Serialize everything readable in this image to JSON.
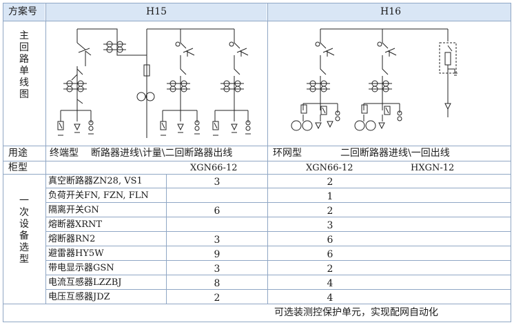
{
  "header": {
    "scheme_label": "方案号",
    "h15": "H15",
    "h16": "H16"
  },
  "diagram_label": [
    "主",
    "回",
    "路",
    "单",
    "线",
    "图"
  ],
  "usage": {
    "label": "用途",
    "h15_type": "终端型",
    "h15_desc": "断路器进线\\计量\\二回断路器出线",
    "h16_type": "环网型",
    "h16_desc": "二回断路器进线\\一回出线"
  },
  "cabinet": {
    "label": "柜型",
    "h15": "XGN66-12",
    "h16_a": "XGN66-12",
    "h16_b": "HXGN-12"
  },
  "equipment_label": [
    "一",
    "次",
    "设",
    "备",
    "选",
    "型"
  ],
  "equipment": [
    {
      "name": "真空断路器ZN28, VS1",
      "h15": "3",
      "h16": "2"
    },
    {
      "name": "负荷开关FN, FZN, FLN",
      "h15": "",
      "h16": "1"
    },
    {
      "name": "隔离开关GN",
      "h15": "6",
      "h16": "2"
    },
    {
      "name": "熔断器XRNT",
      "h15": "",
      "h16": "3"
    },
    {
      "name": "熔断器RN2",
      "h15": "3",
      "h16": "6"
    },
    {
      "name": "避雷器HY5W",
      "h15": "9",
      "h16": "6"
    },
    {
      "name": "带电显示器GSN",
      "h15": "3",
      "h16": "2"
    },
    {
      "name": "电流互感器LZZBJ",
      "h15": "8",
      "h16": "4"
    },
    {
      "name": "电压互感器JDZ",
      "h15": "2",
      "h16": "4"
    }
  ],
  "footer": {
    "note": "可选装测控保护单元，实现配网自动化"
  }
}
